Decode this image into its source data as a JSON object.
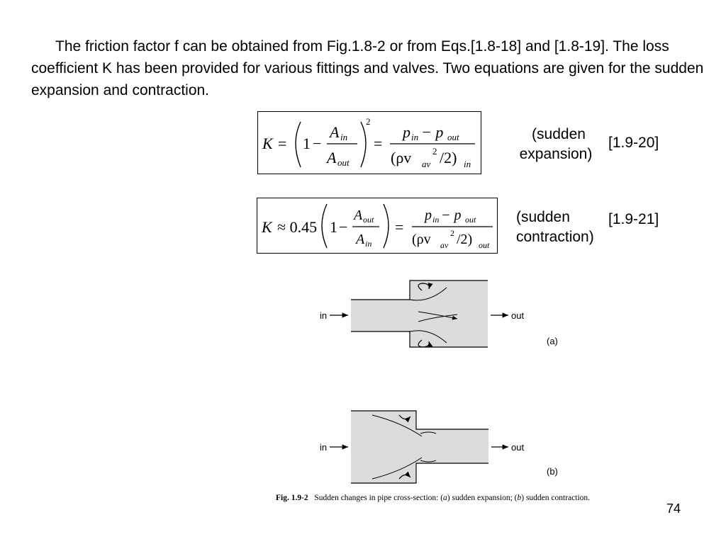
{
  "paragraph": "The friction factor f can be obtained from Fig.1.8-2 or from Eqs.[1.8-18] and [1.8-19]. The loss coefficient K has been provided for various fittings and valves. Two equations are given for the sudden expansion and contraction.",
  "equations": [
    {
      "label_line1": "(sudden",
      "label_line2": "expansion)",
      "number": "[1.9-20]",
      "lhs": "K",
      "op1": "=",
      "one": "1",
      "minus": "−",
      "frac1_num": "A",
      "frac1_num_sub": "in",
      "frac1_den": "A",
      "frac1_den_sub": "out",
      "exponent": "2",
      "op2": "=",
      "rhs_num": "p",
      "rhs_num_sub1": "in",
      "rhs_num_mid": " − p",
      "rhs_num_sub2": "out",
      "rhs_den_open": "(ρv",
      "rhs_den_sub": "av",
      "rhs_den_sup": "2",
      "rhs_den_close": "/2)",
      "rhs_den_tail_sub": "in"
    },
    {
      "label_line1": "(sudden",
      "label_line2": "contraction)",
      "number": "[1.9-21]",
      "lhs": "K",
      "op1": "≈ 0.45",
      "one": "1",
      "minus": "−",
      "frac1_num": "A",
      "frac1_num_sub": "out",
      "frac1_den": "A",
      "frac1_den_sub": "in",
      "op2": "=",
      "rhs_num": "p",
      "rhs_num_sub1": "in",
      "rhs_num_mid": " − p",
      "rhs_num_sub2": "out",
      "rhs_den_open": "(ρv",
      "rhs_den_sub": "av",
      "rhs_den_sup": "2",
      "rhs_den_close": "/2)",
      "rhs_den_tail_sub": "out"
    }
  ],
  "diagram": {
    "in_label": "in",
    "out_label": "out",
    "tag_a": "(a)",
    "tag_b": "(b)"
  },
  "caption": {
    "figref": "Fig. 1.9-2",
    "text_before_a": "Sudden changes in pipe cross-section: (",
    "a": "a",
    "text_mid": ") sudden expansion; (",
    "b": "b",
    "text_after_b": ") sudden contraction."
  },
  "page_number": "74"
}
